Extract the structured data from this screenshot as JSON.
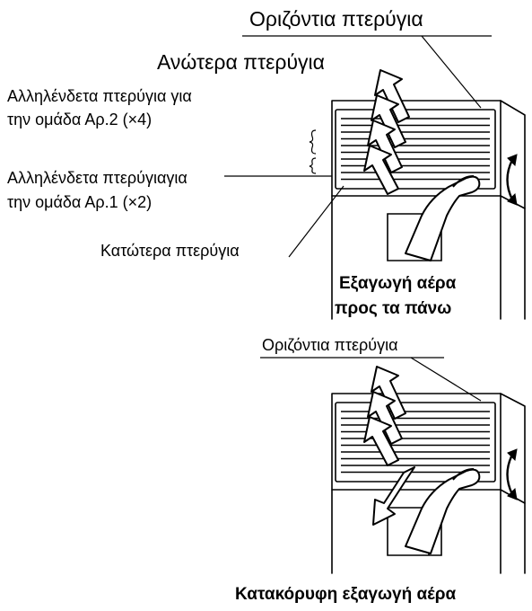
{
  "diagram1": {
    "horizontal_fins": "Οριζόντια πτερύγια",
    "upper_fins": "Ανώτερα πτερύγια",
    "group2_line1": "Αλληλένδετα πτερύγια για",
    "group2_line2": "την ομάδα Αρ.2 (×4)",
    "group1_line1": "Αλληλένδετα πτερύγιαγια",
    "group1_line2": "την ομάδα Αρ.1 (×2)",
    "lower_fins": "Κατώτερα πτερύγια",
    "caption_line1": "Εξαγωγή αέρα",
    "caption_line2": "προς τα πάνω"
  },
  "diagram2": {
    "horizontal_fins": "Οριζόντια πτερύγια",
    "caption": "Κατακόρυφη εξαγωγή αέρα"
  }
}
